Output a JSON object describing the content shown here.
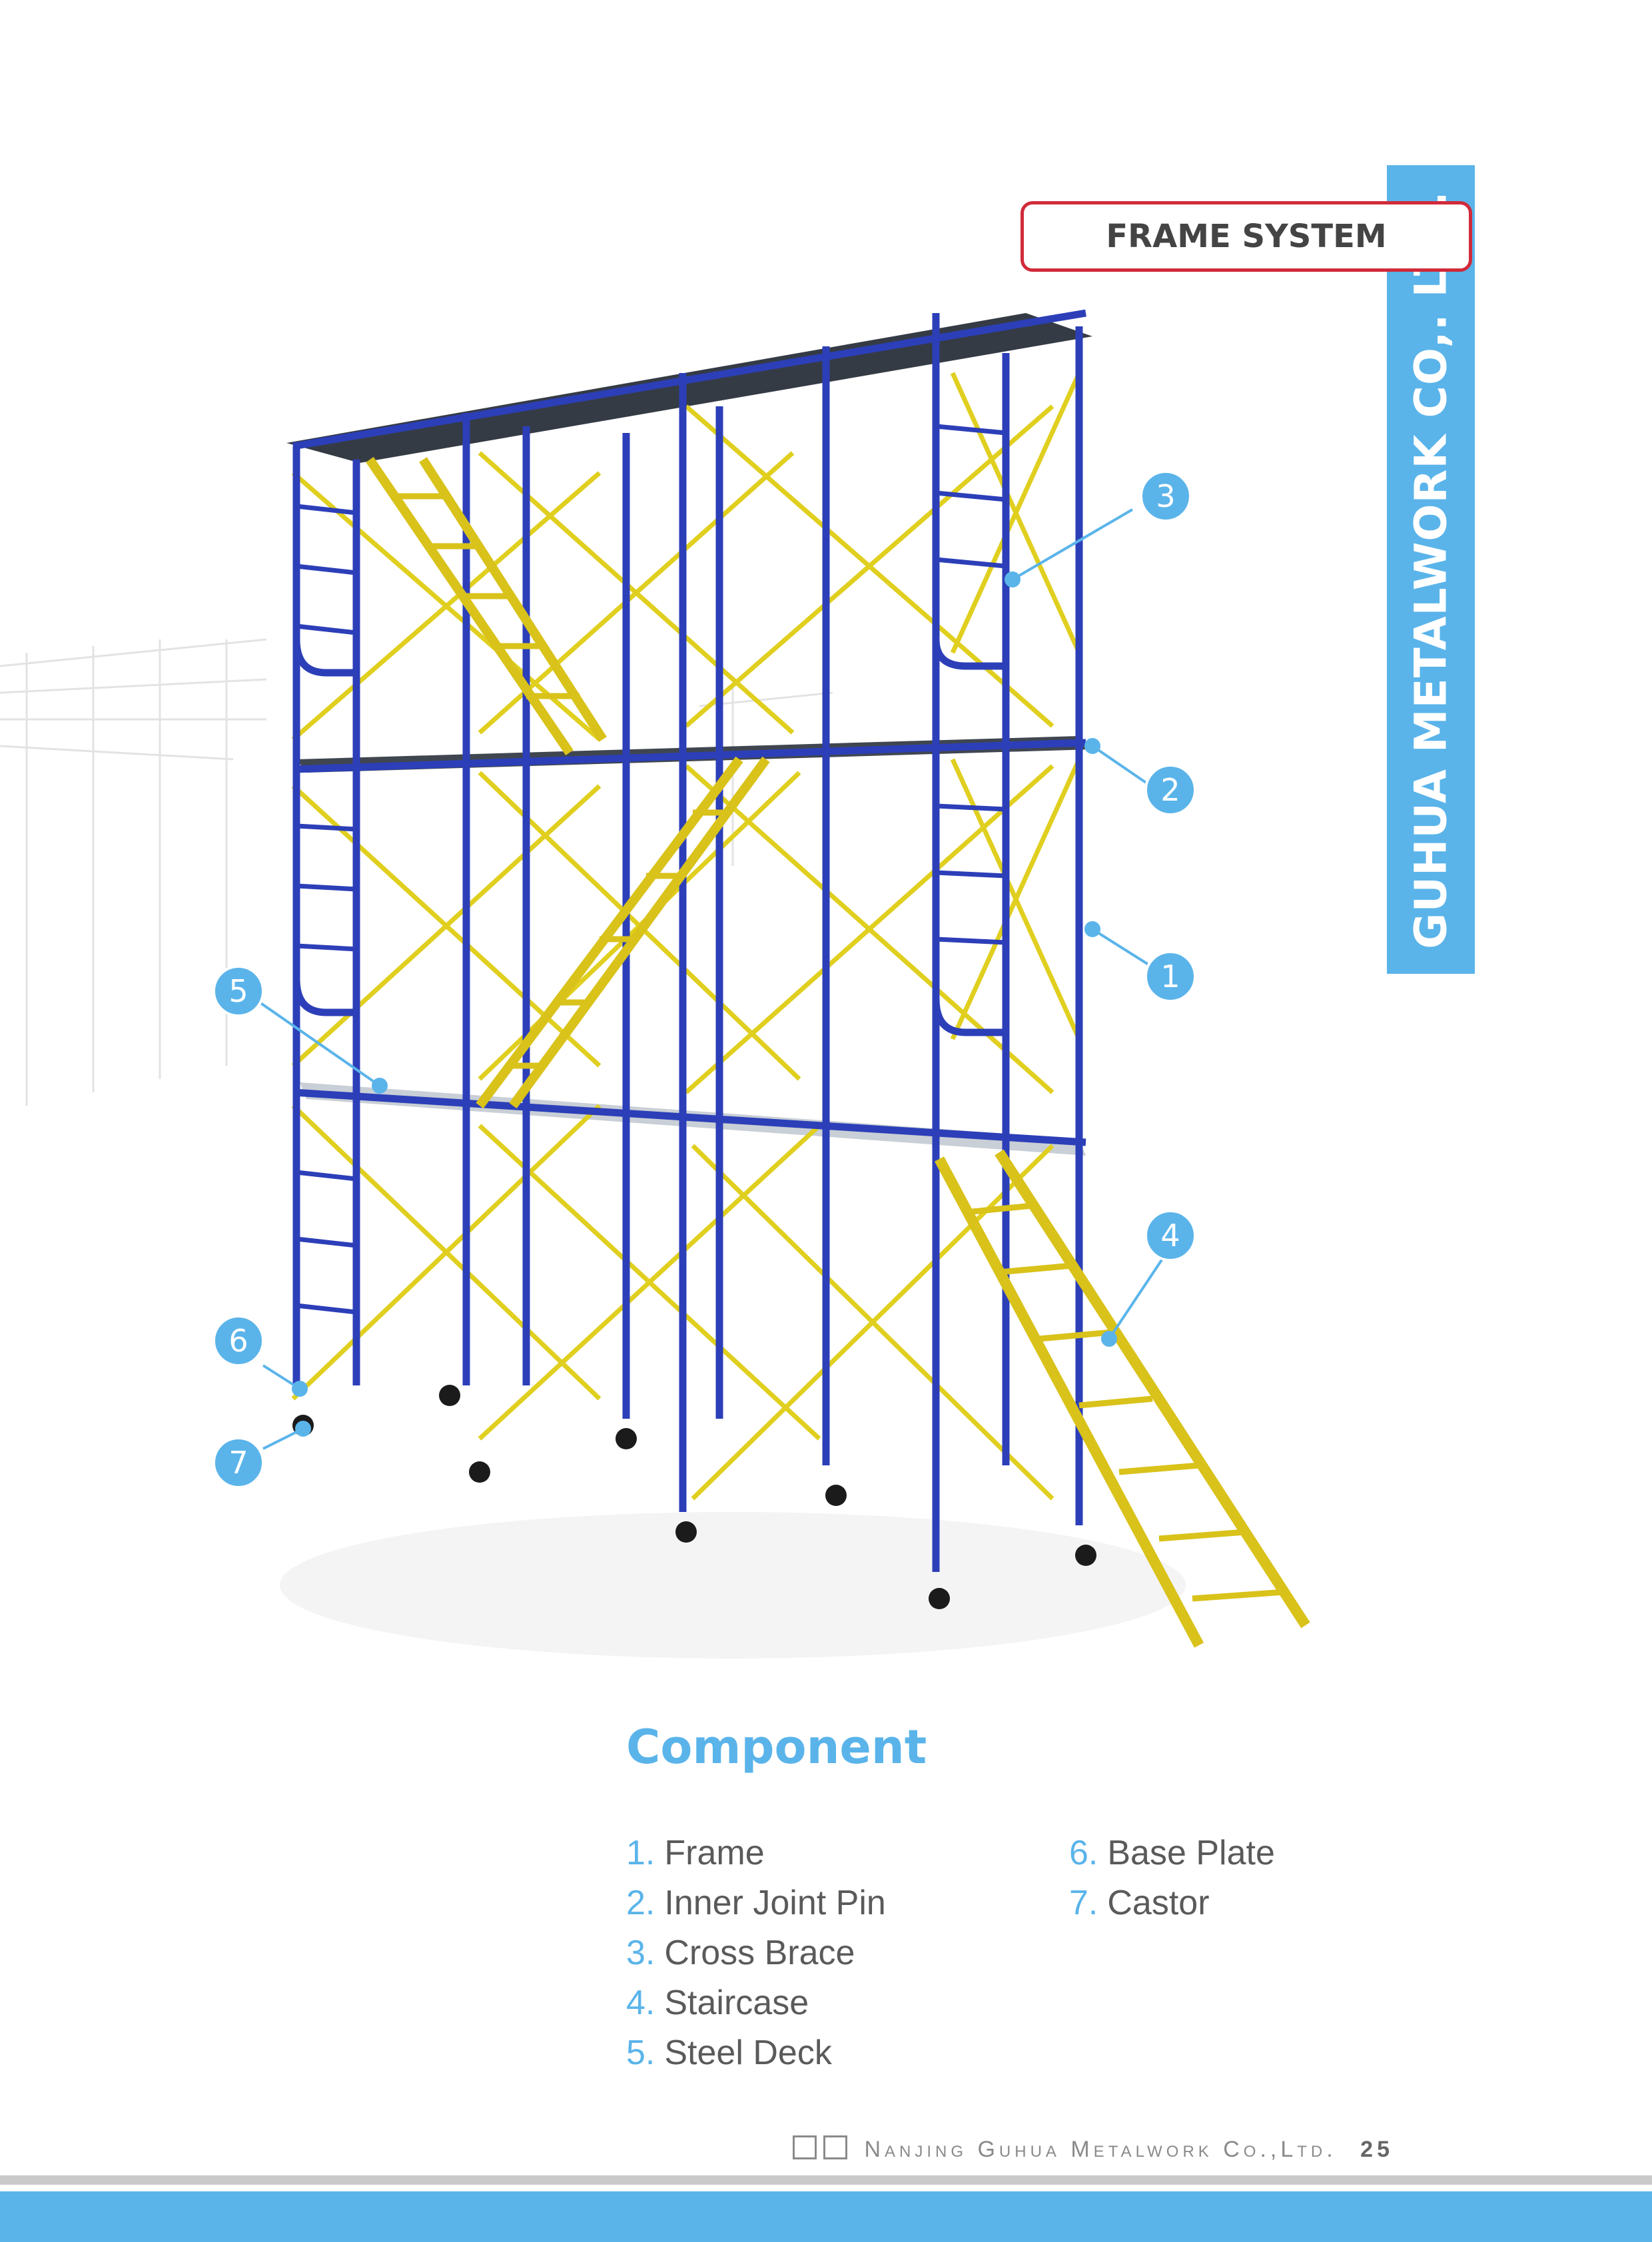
{
  "side_band": {
    "text": "GUHUA METALWORK CO,. LTD."
  },
  "header": {
    "section_title": "FRAME SYSTEM"
  },
  "callouts": [
    "1",
    "2",
    "3",
    "4",
    "5",
    "6",
    "7"
  ],
  "component": {
    "title": "Component",
    "column1": [
      {
        "num": "1.",
        "label": "Frame"
      },
      {
        "num": "2.",
        "label": "Inner Joint Pin"
      },
      {
        "num": "3.",
        "label": "Cross Brace"
      },
      {
        "num": "4.",
        "label": "Staircase"
      },
      {
        "num": "5.",
        "label": "Steel Deck"
      }
    ],
    "column2": [
      {
        "num": "6.",
        "label": "Base Plate"
      },
      {
        "num": "7.",
        "label": "Castor"
      }
    ]
  },
  "footer": {
    "company": "Nanjing Guhua Metalwork Co.,Ltd.",
    "page": "25"
  },
  "colors": {
    "accent": "#5ab4ea",
    "frame": "#2c3fb8",
    "brace": "#e0cf1f",
    "box_border": "#d12a3a"
  }
}
